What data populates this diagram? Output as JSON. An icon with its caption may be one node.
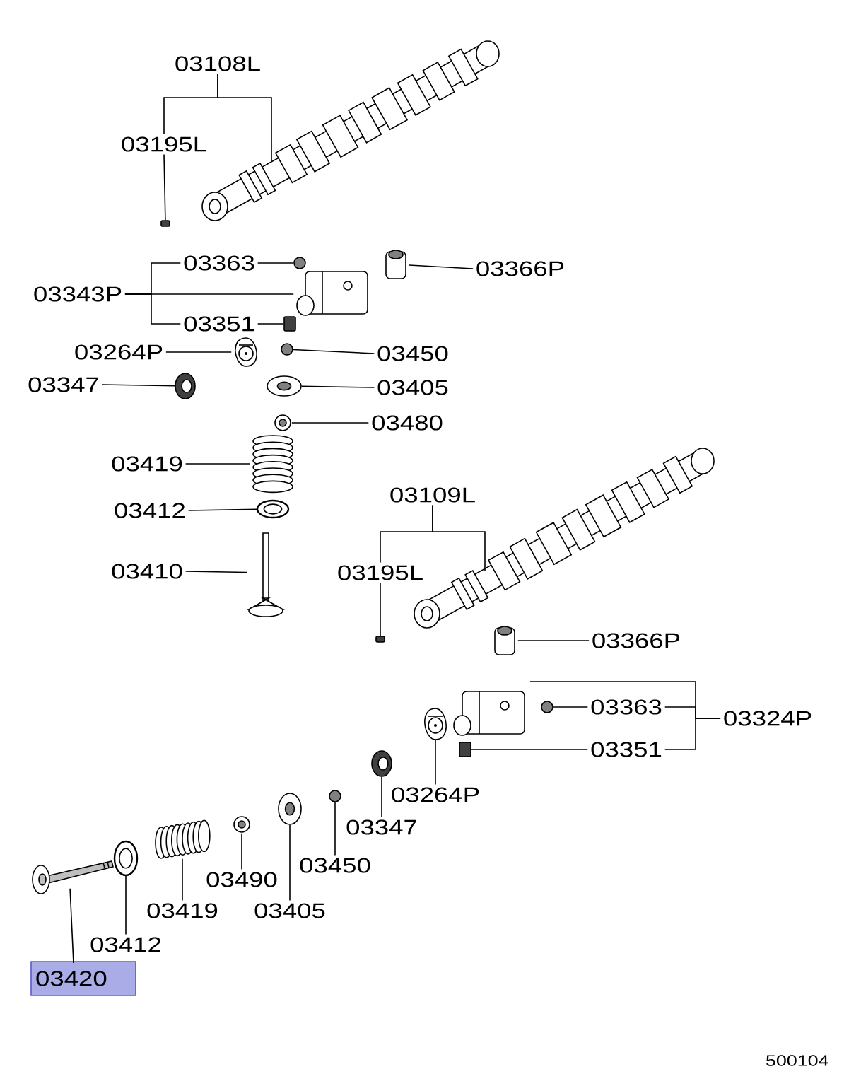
{
  "diagram": {
    "nodes": [
      {
        "text": [
          "03108L"
        ]
      },
      {
        "text": [],
        "shape": "picture"
      },
      {
        "text": [
          "03195L"
        ]
      },
      {
        "text": [],
        "shape": "box"
      },
      {
        "text": [
          "03343P"
        ]
      },
      {
        "text": [
          "03363"
        ]
      },
      {
        "text": [],
        "shape": "circle"
      },
      {
        "text": [],
        "shape": "picture"
      },
      {
        "text": [
          "03366P"
        ]
      },
      {
        "text": [],
        "shape": "picture"
      },
      {
        "text": [
          "03351"
        ]
      },
      {
        "text": [],
        "shape": "box"
      },
      {
        "text": [
          "03264P"
        ]
      },
      {
        "text": [],
        "shape": "picture"
      },
      {
        "text": [
          "03450"
        ]
      },
      {
        "text": [],
        "shape": "circle"
      },
      {
        "text": [
          "03347"
        ]
      },
      {
        "text": [],
        "shape": "picture"
      },
      {
        "text": [
          "03405"
        ]
      },
      {
        "text": [],
        "shape": "picture"
      },
      {
        "text": [
          "03480"
        ]
      },
      {
        "text": [],
        "shape": "picture"
      },
      {
        "text": [
          "03419"
        ]
      },
      {
        "text": [],
        "shape": "picture"
      },
      {
        "text": [
          "03412"
        ]
      },
      {
        "text": [],
        "shape": "picture"
      },
      {
        "text": [
          "03410"
        ]
      },
      {
        "text": [],
        "shape": "picture"
      },
      {
        "text": [
          "03109L"
        ]
      },
      {
        "text": [],
        "shape": "picture"
      },
      {
        "text": [
          "03195L"
        ]
      },
      {
        "text": [],
        "shape": "box"
      },
      {
        "text": [
          "03366P"
        ]
      },
      {
        "text": [],
        "shape": "picture"
      },
      {
        "text": [
          "03324P"
        ]
      },
      {
        "text": [],
        "shape": "picture"
      },
      {
        "text": [
          "03363"
        ]
      },
      {
        "text": [],
        "shape": "circle"
      },
      {
        "text": [
          "03351"
        ]
      },
      {
        "text": [],
        "shape": "box"
      },
      {
        "text": [],
        "shape": "picture"
      },
      {
        "text": [
          "03264P"
        ]
      },
      {
        "text": [],
        "shape": "picture"
      },
      {
        "text": [
          "03347"
        ]
      },
      {
        "text": [],
        "shape": "circle"
      },
      {
        "text": [
          "03450"
        ]
      },
      {
        "text": [],
        "shape": "picture"
      },
      {
        "text": [
          "03405"
        ]
      },
      {
        "text": [],
        "shape": "picture"
      },
      {
        "text": [
          "03490"
        ]
      },
      {
        "text": [],
        "shape": "picture"
      },
      {
        "text": [
          "03419"
        ]
      },
      {
        "text": [],
        "shape": "picture"
      },
      {
        "text": [
          "03412"
        ]
      },
      {
        "text": [],
        "shape": "picture"
      },
      {
        "text": [
          "03420"
        ]
      }
    ],
    "edges": [
      {
        "from": 0,
        "to": 1,
        "arrow": "none"
      },
      {
        "from": 0,
        "to": 2,
        "arrow": "none"
      },
      {
        "from": 2,
        "to": 3,
        "arrow": "none"
      },
      {
        "from": 4,
        "to": 5,
        "arrow": "none"
      },
      {
        "from": 4,
        "to": 7,
        "arrow": "none"
      },
      {
        "from": 4,
        "to": 10,
        "arrow": "none"
      },
      {
        "from": 5,
        "to": 6,
        "arrow": "none"
      },
      {
        "from": 10,
        "to": 11,
        "arrow": "none"
      },
      {
        "from": 8,
        "to": 9,
        "arrow": "none"
      },
      {
        "from": 12,
        "to": 13,
        "arrow": "none"
      },
      {
        "from": 14,
        "to": 15,
        "arrow": "none"
      },
      {
        "from": 16,
        "to": 17,
        "arrow": "none"
      },
      {
        "from": 18,
        "to": 19,
        "arrow": "none"
      },
      {
        "from": 20,
        "to": 21,
        "arrow": "none"
      },
      {
        "from": 22,
        "to": 23,
        "arrow": "none"
      },
      {
        "from": 24,
        "to": 25,
        "arrow": "none"
      },
      {
        "from": 26,
        "to": 27,
        "arrow": "none"
      },
      {
        "from": 28,
        "to": 29,
        "arrow": "none"
      },
      {
        "from": 28,
        "to": 30,
        "arrow": "none"
      },
      {
        "from": 30,
        "to": 31,
        "arrow": "none"
      },
      {
        "from": 32,
        "to": 33,
        "arrow": "none"
      },
      {
        "from": 34,
        "to": 35,
        "arrow": "none"
      },
      {
        "from": 34,
        "to": 36,
        "arrow": "none"
      },
      {
        "from": 34,
        "to": 38,
        "arrow": "none"
      },
      {
        "from": 36,
        "to": 37,
        "arrow": "none"
      },
      {
        "from": 38,
        "to": 39,
        "arrow": "none"
      },
      {
        "from": 41,
        "to": 40,
        "arrow": "none"
      },
      {
        "from": 43,
        "to": 42,
        "arrow": "none"
      },
      {
        "from": 45,
        "to": 44,
        "arrow": "none"
      },
      {
        "from": 47,
        "to": 46,
        "arrow": "none"
      },
      {
        "from": 49,
        "to": 48,
        "arrow": "none"
      },
      {
        "from": 51,
        "to": 50,
        "arrow": "none"
      },
      {
        "from": 53,
        "to": 52,
        "arrow": "none"
      },
      {
        "from": 55,
        "to": 54,
        "arrow": "none"
      }
    ],
    "labels": [
      "500104"
    ]
  }
}
